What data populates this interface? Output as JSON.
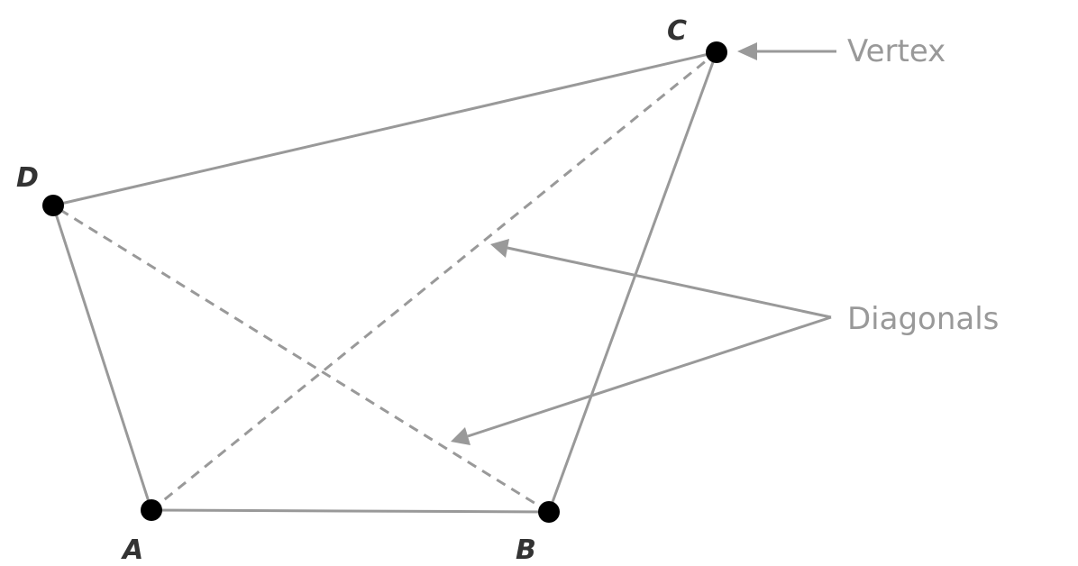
{
  "colors": {
    "edge": "#999999",
    "vertex": "#000000",
    "vertex_label": "#333333",
    "annotation": "#999999",
    "background": "#ffffff"
  },
  "vertices": {
    "A": {
      "label": "A"
    },
    "B": {
      "label": "B"
    },
    "C": {
      "label": "C"
    },
    "D": {
      "label": "D"
    }
  },
  "annotations": {
    "vertex": "Vertex",
    "diagonals": "Diagonals"
  }
}
